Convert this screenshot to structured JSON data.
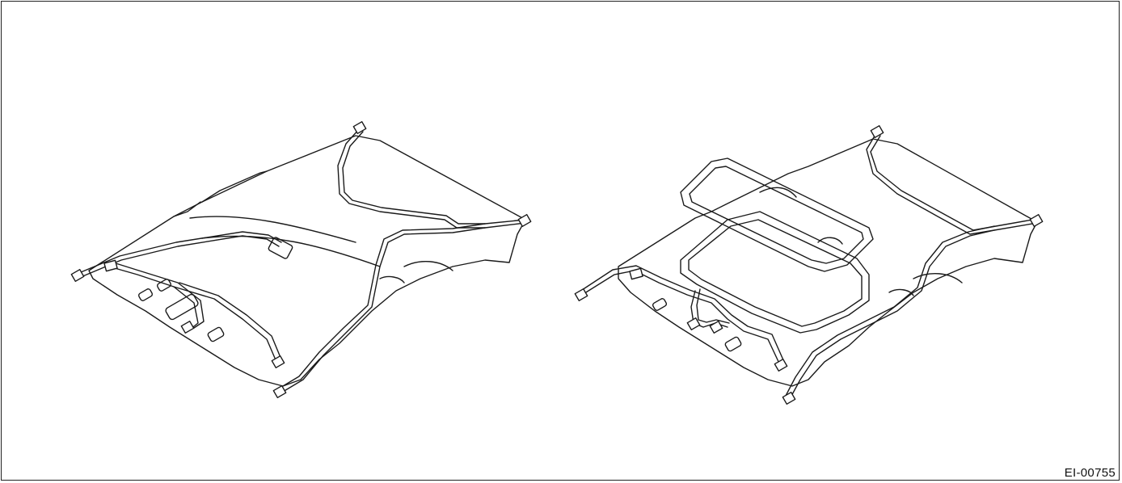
{
  "figure": {
    "id_label": "EI-00755"
  },
  "colors": {
    "line": "#1a1a1a",
    "background": "#ffffff"
  },
  "illustrations": [
    {
      "name": "headliner-harness-standard"
    },
    {
      "name": "headliner-harness-sunroof"
    }
  ]
}
